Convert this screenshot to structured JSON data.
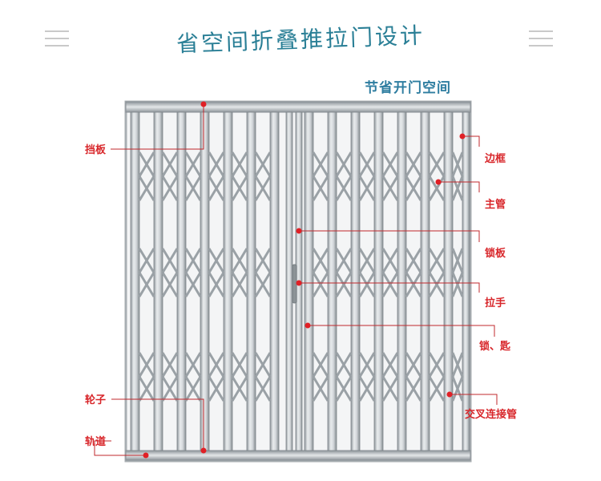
{
  "title": "省空间折叠推拉门设计",
  "subtitle": "节省开门空间",
  "colors": {
    "title": "#2a7f96",
    "label": "#d8262a",
    "line": "#c0282c",
    "frame": "#a8aeb2"
  },
  "icons": [
    "menu-icon-left",
    "menu-icon-right"
  ],
  "labels": {
    "baffle": "挡板",
    "frame": "边框",
    "main_tube": "主管",
    "lock_plate": "锁板",
    "handle": "拉手",
    "lock_key": "锁、匙",
    "wheel": "轮子",
    "track": "轨道",
    "cross_tube": "交叉连接管"
  }
}
